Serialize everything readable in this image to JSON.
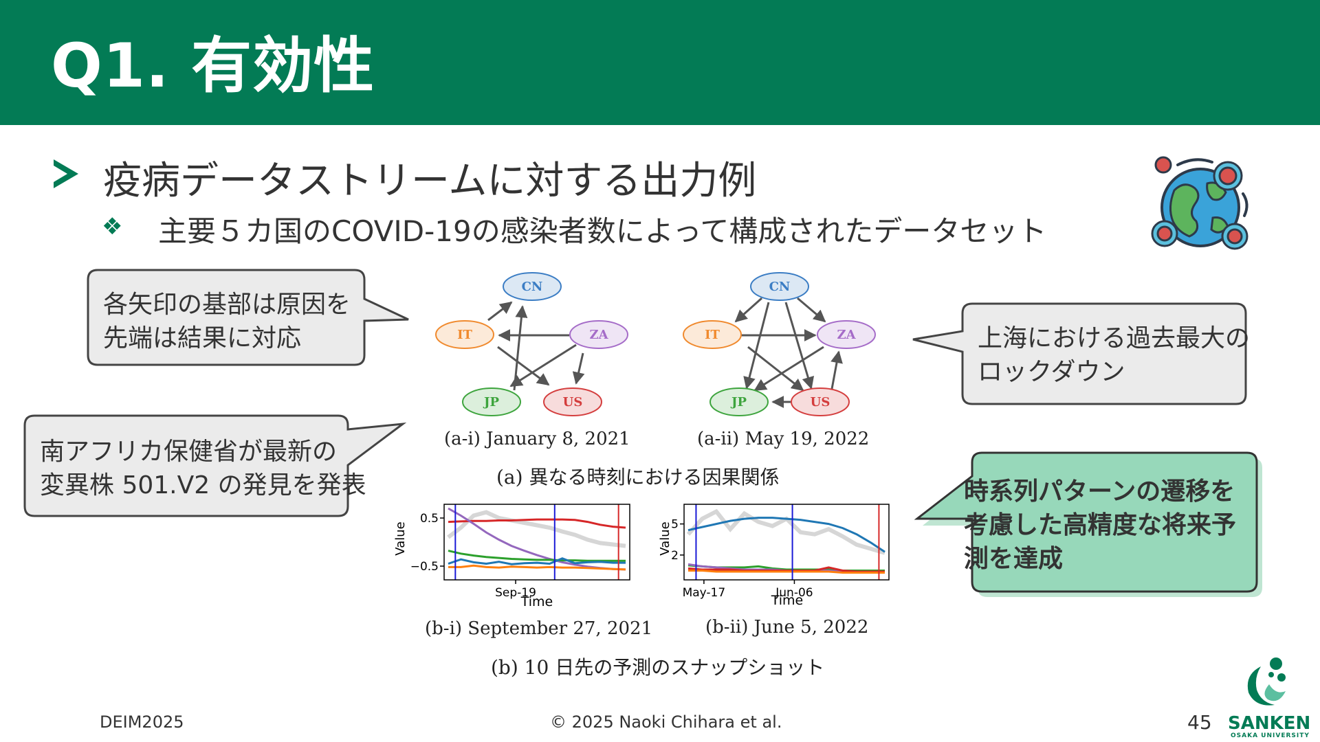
{
  "slide": {
    "title": "Q1. 有効性",
    "bullet1": "疫病データストリームに対する出力例",
    "bullet2": "主要５カ国のCOVID-19の感染者数によって構成されたデータセット"
  },
  "callouts": {
    "arrow_note": [
      "各矢印の基部は原因を",
      "先端は結果に対応"
    ],
    "za_note": [
      "南アフリカ保健省が最新の",
      "変異株 501.V2 の発見を発表"
    ],
    "shanghai_note": [
      "上海における過去最大の",
      "ロックダウン"
    ],
    "accuracy_note": [
      "時系列パターンの遷移を",
      "考慮した高精度な将来予",
      "測を達成"
    ]
  },
  "figure": {
    "graph_a1_label": "(a-i) January 8, 2021",
    "graph_a2_label": "(a-ii) May 19, 2022",
    "caption_a": "(a) 異なる時刻における因果関係",
    "plot_b1_label": "(b-i) September 27, 2021",
    "plot_b2_label": "(b-ii) June 5, 2022",
    "caption_b": "(b) 10 日先の予測のスナップショット",
    "nodes": {
      "cn": "CN",
      "it": "IT",
      "za": "ZA",
      "jp": "JP",
      "us": "US"
    },
    "node_colors": {
      "cn": "#3B7DC4",
      "it": "#F08A2E",
      "za": "#A56CC8",
      "jp": "#3DA43D",
      "us": "#D43D3D"
    }
  },
  "chart_data": [
    {
      "type": "line",
      "xlabel": "Time",
      "ylabel": "Value",
      "xticks": [
        "Sep-19"
      ],
      "yticks": [
        0.5,
        -0.5
      ],
      "ylim": [
        -0.7,
        0.7
      ],
      "x": [
        0,
        1,
        2,
        3,
        4,
        5,
        6,
        7,
        8,
        9,
        10,
        11,
        12,
        13,
        14
      ],
      "series": [
        {
          "color": "#D62728",
          "values": [
            0.42,
            0.43,
            0.44,
            0.44,
            0.45,
            0.45,
            0.46,
            0.47,
            0.47,
            0.47,
            0.46,
            0.42,
            0.36,
            0.32,
            0.3
          ]
        },
        {
          "color": "#9467BD",
          "values": [
            0.7,
            0.55,
            0.38,
            0.2,
            0.05,
            -0.08,
            -0.18,
            -0.27,
            -0.35,
            -0.42,
            -0.47,
            -0.51,
            -0.54,
            -0.56,
            -0.57
          ]
        },
        {
          "color": "#2CA02C",
          "values": [
            -0.18,
            -0.24,
            -0.28,
            -0.31,
            -0.33,
            -0.35,
            -0.36,
            -0.37,
            -0.37,
            -0.38,
            -0.38,
            -0.39,
            -0.39,
            -0.39,
            -0.39
          ]
        },
        {
          "color": "#1F77B4",
          "values": [
            -0.45,
            -0.36,
            -0.42,
            -0.45,
            -0.41,
            -0.46,
            -0.44,
            -0.43,
            -0.45,
            -0.34,
            -0.44,
            -0.42,
            -0.41,
            -0.43,
            -0.43
          ]
        },
        {
          "color": "#FF7F0E",
          "values": [
            -0.52,
            -0.52,
            -0.49,
            -0.52,
            -0.53,
            -0.51,
            -0.52,
            -0.53,
            -0.52,
            -0.53,
            -0.53,
            -0.54,
            -0.55,
            -0.56,
            -0.57
          ]
        },
        {
          "color": "#CCCCCC",
          "values": [
            0.1,
            0.3,
            0.55,
            0.62,
            0.5,
            0.45,
            0.4,
            0.35,
            0.3,
            0.22,
            0.15,
            0.05,
            -0.02,
            -0.05,
            -0.08
          ]
        }
      ]
    },
    {
      "type": "line",
      "xlabel": "Time",
      "ylabel": "Value",
      "xticks": [
        "May-17",
        "Jun-06"
      ],
      "yticks": [
        5,
        2
      ],
      "ylim": [
        0,
        6.5
      ],
      "x": [
        0,
        1,
        2,
        3,
        4,
        5,
        6,
        7,
        8,
        9,
        10,
        11,
        12,
        13,
        14
      ],
      "series": [
        {
          "color": "#1F77B4",
          "values": [
            4.4,
            4.7,
            5.0,
            5.3,
            5.5,
            5.6,
            5.6,
            5.5,
            5.4,
            5.2,
            5.0,
            4.6,
            4.0,
            3.2,
            2.3
          ]
        },
        {
          "color": "#2CA02C",
          "values": [
            1.0,
            0.9,
            0.8,
            0.8,
            0.8,
            0.9,
            0.7,
            0.6,
            0.6,
            0.6,
            0.6,
            0.5,
            0.5,
            0.5,
            0.5
          ]
        },
        {
          "color": "#9467BD",
          "values": [
            1.1,
            0.9,
            0.8,
            0.7,
            0.6,
            0.6,
            0.6,
            0.5,
            0.5,
            0.5,
            0.5,
            0.4,
            0.4,
            0.4,
            0.4
          ]
        },
        {
          "color": "#D62728",
          "values": [
            0.7,
            0.6,
            0.6,
            0.6,
            0.5,
            0.5,
            0.5,
            0.5,
            0.5,
            0.5,
            0.8,
            0.5,
            0.4,
            0.4,
            0.4
          ]
        },
        {
          "color": "#FF7F0E",
          "values": [
            0.5,
            0.5,
            0.4,
            0.4,
            0.4,
            0.4,
            0.4,
            0.4,
            0.4,
            0.4,
            0.4,
            0.3,
            0.3,
            0.3,
            0.3
          ]
        },
        {
          "color": "#CCCCCC",
          "values": [
            4.0,
            5.5,
            6.2,
            4.5,
            6.0,
            5.2,
            4.8,
            5.5,
            4.2,
            4.0,
            4.5,
            3.8,
            3.0,
            2.6,
            2.2
          ]
        }
      ]
    }
  ],
  "footer": {
    "event": "DEIM2025",
    "copyright": "© 2025 Naoki Chihara et al.",
    "page": "45",
    "logo": "SANKEN",
    "logo_sub": "OSAKA UNIVERSITY"
  }
}
